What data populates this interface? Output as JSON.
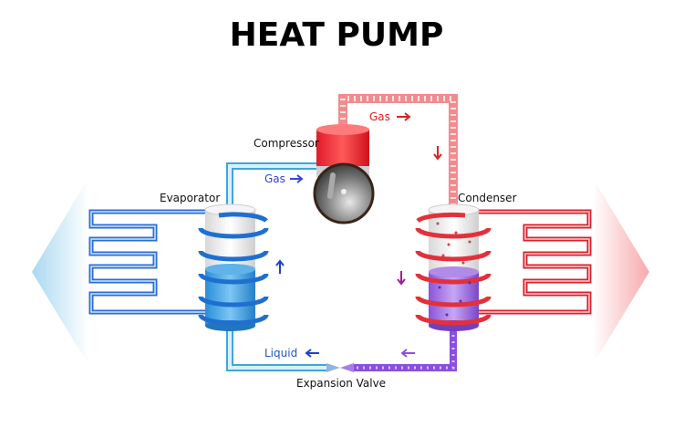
{
  "title": "HEAT PUMP",
  "labels": {
    "compressor": "Compressor",
    "gas_cold": "Gas",
    "gas_hot": "Gas",
    "evaporator": "Evaporator",
    "condenser": "Condenser",
    "liquid": "Liquid",
    "expansion_valve": "Expansion Valve"
  },
  "colors": {
    "cold": "#2a7de1",
    "hot": "#e8323a",
    "mixed": "#8a4fe0",
    "gas_label_cold": "#3344dd",
    "gas_label_hot": "#e02020"
  }
}
